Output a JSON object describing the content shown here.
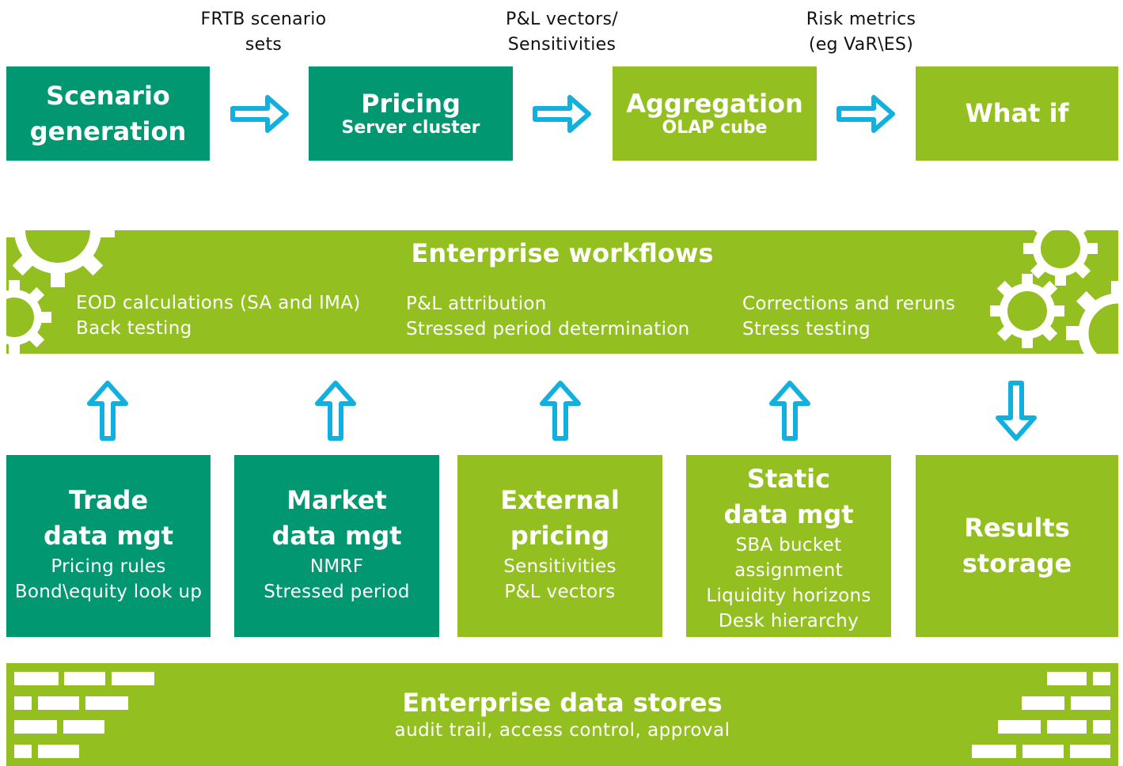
{
  "colors": {
    "teal": "#009771",
    "lime": "#93C020",
    "arrow": "#12B0DE"
  },
  "captions": {
    "c1": [
      "FRTB scenario",
      "sets"
    ],
    "c2": [
      "P&L vectors/",
      "Sensitivities"
    ],
    "c3": [
      "Risk metrics",
      "(eg VaR\\ES)"
    ]
  },
  "pipeline": {
    "scenario": [
      "Scenario",
      "generation"
    ],
    "pricing": {
      "title": "Pricing",
      "sub": "Server cluster"
    },
    "aggregation": {
      "title": "Aggregation",
      "sub": "OLAP cube"
    },
    "whatif": "What if"
  },
  "workflows": {
    "title": "Enterprise workflows",
    "col1": [
      "EOD calculations (SA and IMA)",
      "Back testing"
    ],
    "col2": [
      "P&L attribution",
      "Stressed period determination"
    ],
    "col3": [
      "Corrections and reruns",
      "Stress testing"
    ]
  },
  "modules": {
    "trade": {
      "title": [
        "Trade",
        "data mgt"
      ],
      "details": [
        "Pricing rules",
        "Bond\\equity look up"
      ]
    },
    "market": {
      "title": [
        "Market",
        "data mgt"
      ],
      "details": [
        "NMRF",
        "Stressed period"
      ]
    },
    "external": {
      "title": [
        "External",
        "pricing"
      ],
      "details": [
        "Sensitivities",
        "P&L vectors"
      ]
    },
    "static": {
      "title": [
        "Static",
        "data mgt"
      ],
      "details": [
        "SBA bucket",
        "assignment",
        "Liquidity horizons",
        "Desk hierarchy"
      ]
    },
    "results": {
      "title": [
        "Results",
        "storage"
      ]
    }
  },
  "datastores": {
    "title": "Enterprise data stores",
    "sub": "audit trail, access control, approval"
  }
}
